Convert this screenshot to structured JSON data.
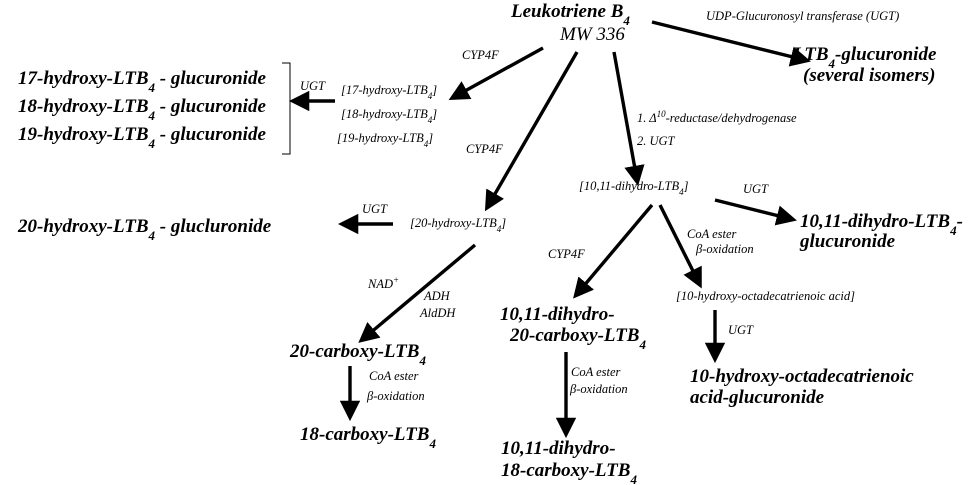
{
  "parent": {
    "name": "Leukotriene B",
    "name_sub": "4",
    "mw": "MW 336"
  },
  "top_right": {
    "enzyme": "UDP-Glucuronosyl transferase (UGT)",
    "product_line1": "LTB",
    "product_line1_sub": "4",
    "product_line1_tail": "-glucuronide",
    "product_line2": "(several isomers)"
  },
  "hydroxy_branch": {
    "enzyme": "CYP4F",
    "ugt": "UGT",
    "intermediates": [
      {
        "pre": "[17-hydroxy-LTB",
        "sub": "4",
        "post": "]"
      },
      {
        "pre": "[18-hydroxy-LTB",
        "sub": "4",
        "post": "]"
      },
      {
        "pre": "[19-hydroxy-LTB",
        "sub": "4",
        "post": "]"
      }
    ],
    "products": [
      {
        "pre": "17-hydroxy-LTB",
        "sub": "4",
        "post": " - glucuronide"
      },
      {
        "pre": "18-hydroxy-LTB",
        "sub": "4",
        "post": " - glucuronide"
      },
      {
        "pre": "19-hydroxy-LTB",
        "sub": "4",
        "post": " - glucuronide"
      }
    ]
  },
  "omega_branch": {
    "enzyme": "CYP4F",
    "intermediate_pre": "[20-hydroxy-LTB",
    "intermediate_sub": "4",
    "intermediate_post": "]",
    "ugt": "UGT",
    "glucuronide_pre": "20-hydroxy-LTB",
    "glucuronide_sub": "4",
    "glucuronide_post": " - glucluronide",
    "oxidation_cofactor": "NAD",
    "oxidation_cofactor_sup": "+",
    "oxidation_enzyme1": "ADH",
    "oxidation_enzyme2": "AldDH",
    "carboxy_pre": "20-carboxy-LTB",
    "carboxy_sub": "4",
    "beta_line1": "CoA ester",
    "beta_line2": "β-oxidation",
    "final_pre": "18-carboxy-LTB",
    "final_sub": "4"
  },
  "reductase_branch": {
    "step1_pre": "1. Δ",
    "step1_sup": "10",
    "step1_post": "-reductase/dehydrogenase",
    "step2": "2. UGT",
    "intermediate_pre": "[10,11-dihydro-LTB",
    "intermediate_sub": "4",
    "intermediate_post": "]",
    "ugt": "UGT",
    "glucuronide_line1_pre": "10,11-dihydro-LTB",
    "glucuronide_line1_sub": "4",
    "glucuronide_line1_post": "-",
    "glucuronide_line2": "glucuronide",
    "cyp": "CYP4F",
    "carboxy_line1": "10,11-dihydro-",
    "carboxy_line2_pre": "20-carboxy-LTB",
    "carboxy_line2_sub": "4",
    "beta_line1": "CoA ester",
    "beta_line2": "β-oxidation",
    "final_line1": "10,11-dihydro-",
    "final_line2_pre": "18-carboxy-LTB",
    "final_line2_sub": "4",
    "beta2_line1": "CoA ester",
    "beta2_line2": "β-oxidation",
    "hydroxy_acid": "[10-hydroxy-octadecatrienoic acid]",
    "ugt2": "UGT",
    "hydroxy_glucuronide_line1": "10-hydroxy-octadecatrienoic",
    "hydroxy_glucuronide_line2": "acid-glucuronide"
  }
}
